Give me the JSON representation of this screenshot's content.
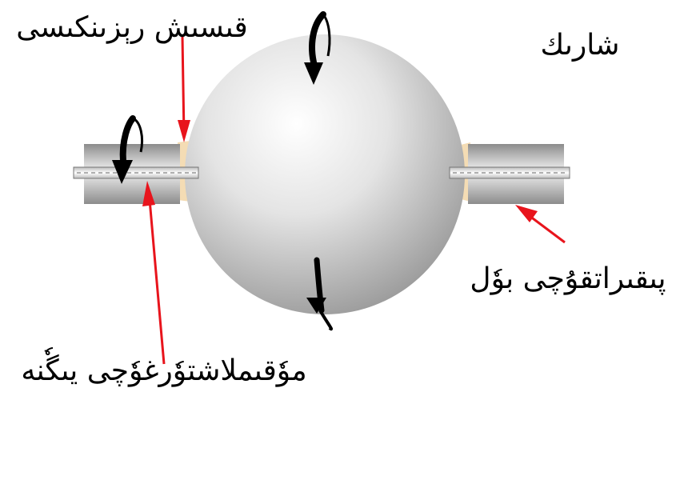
{
  "labels": {
    "sphere": "شارىك",
    "rubber_clamp": "قىسىش رېزىنكىسى",
    "rotating_rod": "پىقىراتقۇچى بوٗل",
    "fixing_needle": "موٗقىملاشتوٗرغوٗچى يىگٗنە"
  },
  "colors": {
    "pointer": "#e8141c",
    "rod_light": "#f2f2f2",
    "rod_dark": "#8c8c8c",
    "clamp": "#f4dcb4",
    "sphere_light": "#ffffff",
    "sphere_dark": "#9a9a9a",
    "rotation_arrow": "#000000"
  }
}
